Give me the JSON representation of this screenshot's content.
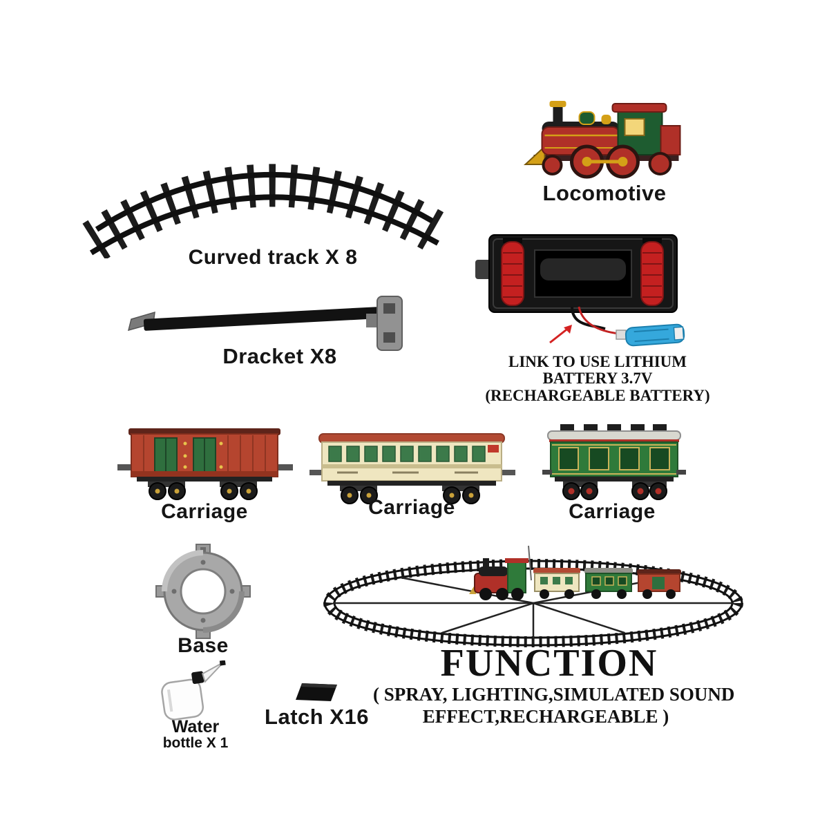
{
  "colors": {
    "track_black": "#1a1a1a",
    "train_red": "#b03028",
    "train_green": "#2f7a3a",
    "cream": "#efe6c0",
    "roof_red": "#b24a33",
    "roller_red": "#c42020",
    "battery_blue": "#35a8dc",
    "metal_gray": "#9a9a9a",
    "gold": "#d4a017"
  },
  "parts": {
    "curved_track": {
      "label": "Curved track X 8"
    },
    "locomotive": {
      "label": "Locomotive"
    },
    "bracket": {
      "label": "Dracket X8"
    },
    "battery": {
      "line1": "LINK TO USE LITHIUM",
      "line2": "BATTERY 3.7V",
      "line3": "(RECHARGEABLE BATTERY)"
    },
    "carriage1": {
      "label": "Carriage"
    },
    "carriage2": {
      "label": "Carriage"
    },
    "carriage3": {
      "label": "Carriage"
    },
    "base": {
      "label": "Base"
    },
    "water_bottle": {
      "line1": "Water",
      "line2": "bottle X 1"
    },
    "latch": {
      "label": "Latch X16"
    },
    "function_info": {
      "title": "FUNCTION",
      "line1": "( SPRAY, LIGHTING,SIMULATED SOUND",
      "line2": "EFFECT,RECHARGEABLE )"
    }
  }
}
